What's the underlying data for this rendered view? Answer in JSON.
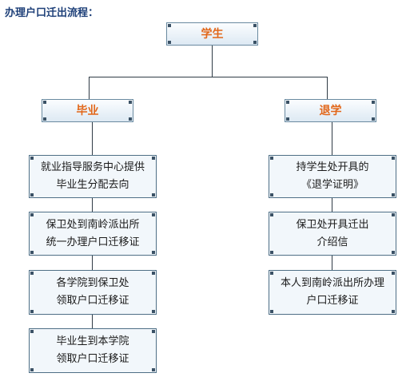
{
  "title": "办理户口迁出流程：",
  "top": {
    "label": "学生"
  },
  "left": {
    "label": "毕业",
    "steps": [
      "就业指导服务中心提供\n毕业生分配去向",
      "保卫处到南岭派出所\n统一办理户口迁移证",
      "各学院到保卫处\n领取户口迁移证",
      "毕业生到本学院\n领取户口迁移证"
    ]
  },
  "right": {
    "label": "退学",
    "steps": [
      "持学生处开具的\n《退学证明》",
      "保卫处开具迁出\n介绍信",
      "本人到南岭派出所办理\n户口迁移证"
    ]
  },
  "colors": {
    "title": "#1d3f78",
    "head_text": "#e2671a",
    "box_border": "#4f6f86",
    "box_fill": "#f2f7fb"
  }
}
